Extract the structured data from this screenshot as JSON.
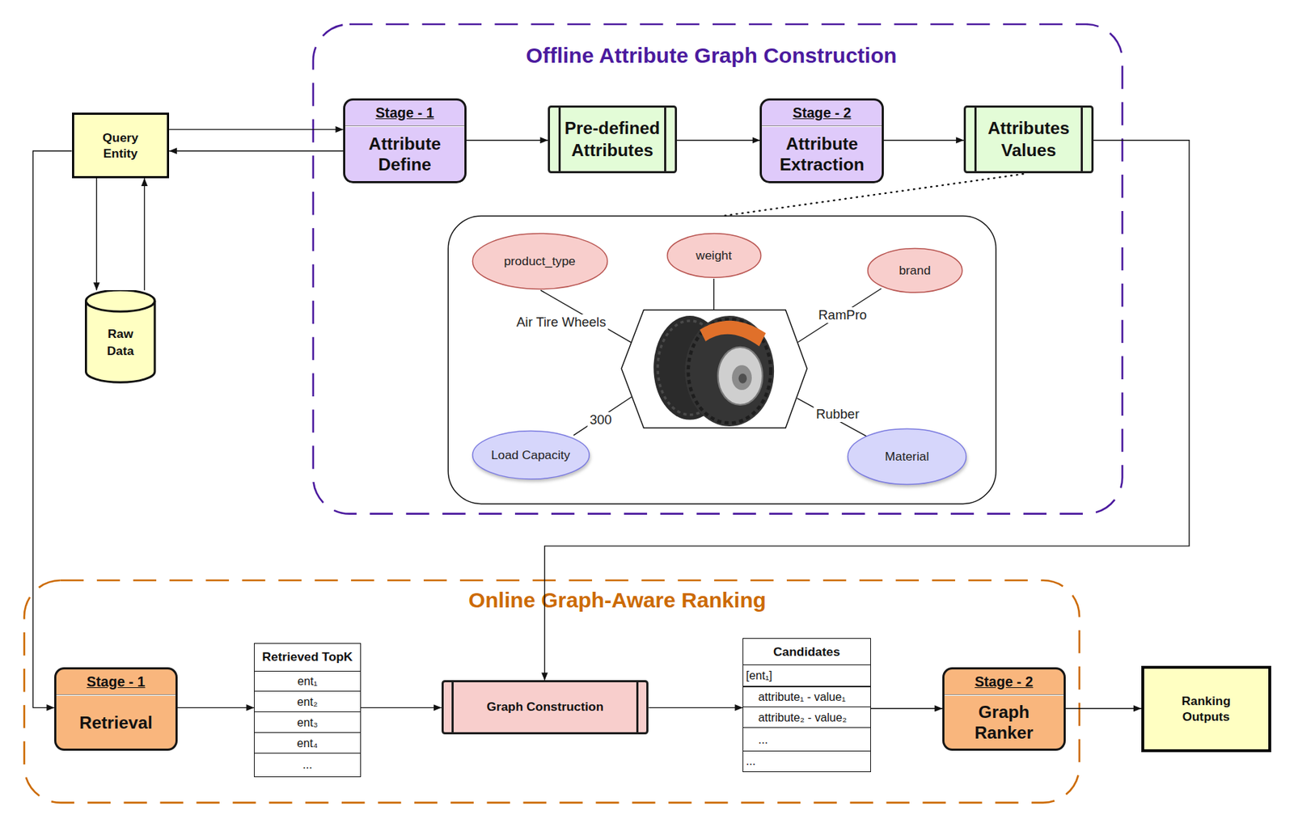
{
  "diagram": {
    "nodes": [
      {
        "text": [
          "Query Entity"
        ]
      },
      {
        "text": [
          "Raw Data"
        ]
      },
      {
        "text": [
          "Offline Attribute Graph Construction"
        ]
      },
      {
        "text": [
          "Stage - 1",
          "Attribute Define"
        ],
        "in": 2
      },
      {
        "text": [
          "Pre-defined Attributes"
        ],
        "in": 2
      },
      {
        "text": [
          "Stage - 2",
          "Attribute Extraction"
        ],
        "in": 2
      },
      {
        "text": [
          "Attributes Values"
        ],
        "in": 2
      },
      {
        "text": [
          "product_type"
        ],
        "in": 2
      },
      {
        "text": [
          "weight"
        ],
        "in": 2
      },
      {
        "text": [
          "brand"
        ],
        "in": 2
      },
      {
        "text": [
          "Load Capacity"
        ],
        "in": 2
      },
      {
        "text": [
          "Material"
        ],
        "in": 2
      },
      {
        "text": [
          "Online Graph-Aware Ranking"
        ]
      },
      {
        "text": [
          "Stage - 1",
          "Retrieval"
        ],
        "in": 12
      },
      {
        "text": [
          "Retrieved TopK",
          "ent₁",
          "ent₂",
          "ent₃",
          "ent₄",
          "..."
        ],
        "in": 12
      },
      {
        "text": [
          "Graph Construction"
        ],
        "in": 12
      },
      {
        "text": [
          "Candidates",
          "[ent₁]",
          "attribute₁ - value₁",
          "attribute₂ - value₂",
          "...",
          "..."
        ],
        "in": 12
      },
      {
        "text": [
          "Stage - 2",
          "Graph Ranker"
        ],
        "in": 12
      },
      {
        "text": [
          "Ranking Outputs"
        ]
      }
    ],
    "edges": [
      {
        "from": 0,
        "to": 3,
        "arrow": "to"
      },
      {
        "from": 3,
        "to": 0,
        "arrow": "to"
      },
      {
        "from": 0,
        "to": 1,
        "arrow": "to"
      },
      {
        "from": 1,
        "to": 0,
        "arrow": "to"
      },
      {
        "from": 3,
        "to": 4,
        "arrow": "to"
      },
      {
        "from": 4,
        "to": 5,
        "arrow": "to"
      },
      {
        "from": 5,
        "to": 6,
        "arrow": "to"
      },
      {
        "from": 6,
        "to": 15,
        "arrow": "to"
      },
      {
        "from": 0,
        "to": 13,
        "arrow": "to"
      },
      {
        "from": 13,
        "to": 14,
        "arrow": "to"
      },
      {
        "from": 14,
        "to": 15,
        "arrow": "to"
      },
      {
        "from": 15,
        "to": 16,
        "arrow": "to"
      },
      {
        "from": 16,
        "to": 17,
        "arrow": "to"
      },
      {
        "from": 17,
        "to": 18,
        "arrow": "to"
      }
    ],
    "labels": [
      "Air Tire Wheels",
      "RamPro",
      "300",
      "Rubber"
    ]
  }
}
